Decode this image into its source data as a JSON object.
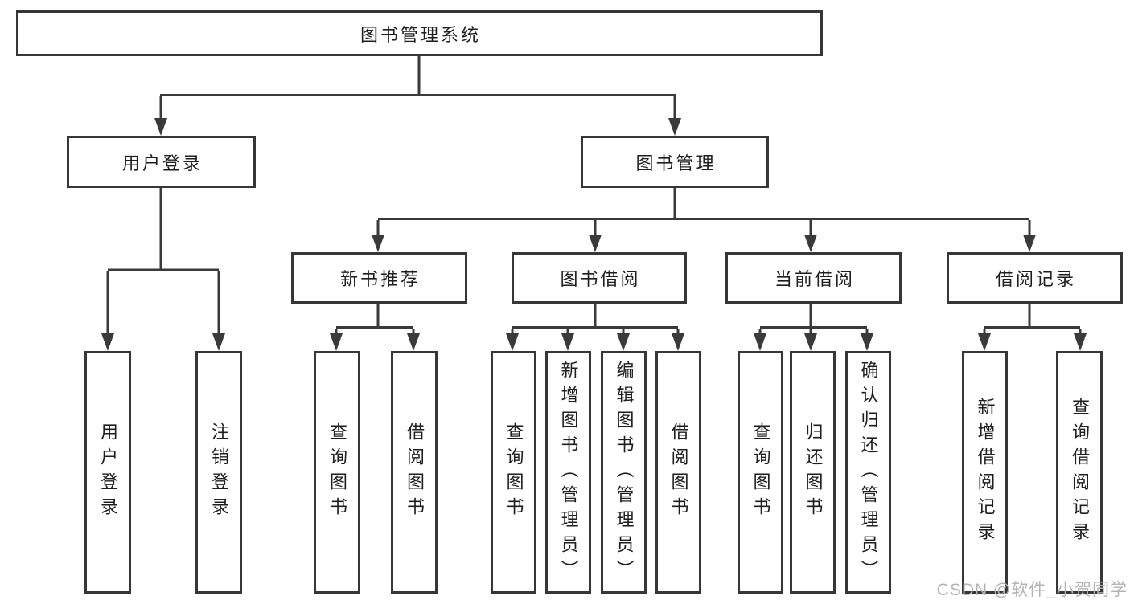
{
  "diagram": {
    "root": "图书管理系统",
    "level2": {
      "login": "用户登录",
      "management": "图书管理"
    },
    "level3": {
      "recommend": "新书推荐",
      "borrow": "图书借阅",
      "current": "当前借阅",
      "records": "借阅记录"
    },
    "leaves": {
      "login": [
        "用户登录",
        "注销登录"
      ],
      "recommend": [
        "查询图书",
        "借阅图书"
      ],
      "borrow": [
        "查询图书",
        "新增图书（管理员）",
        "编辑图书（管理员）",
        "借阅图书"
      ],
      "current": [
        "查询图书",
        "归还图书",
        "确认归还（管理员）"
      ],
      "records": [
        "新增借阅记录",
        "查询借阅记录"
      ]
    }
  },
  "watermark": "CSDN @软件_小贺同学",
  "colors": {
    "line": "#3a3a3a",
    "border": "#363636",
    "text": "#1e1e1e",
    "watermark": "#b3b3b3",
    "background": "#ffffff"
  }
}
